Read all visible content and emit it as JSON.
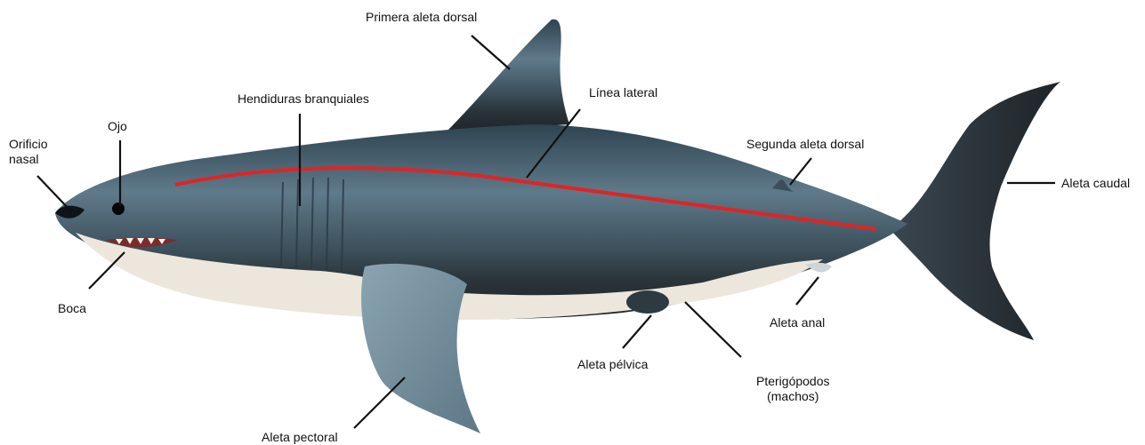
{
  "colors": {
    "lateral_line": "#e02424",
    "body_dark": "#3e5462",
    "body_mid": "#6e8898",
    "belly": "#ece6dc",
    "leader": "#111111"
  },
  "labels": {
    "nostril_line1": "Orificio",
    "nostril_line2": "nasal",
    "eye": "Ojo",
    "gill_slits": "Hendiduras branquiales",
    "first_dorsal": "Primera aleta dorsal",
    "lateral_line": "Línea lateral",
    "second_dorsal": "Segunda aleta dorsal",
    "caudal": "Aleta caudal",
    "mouth": "Boca",
    "pectoral": "Aleta pectoral",
    "pelvic": "Aleta pélvica",
    "claspers_line1": "Pterigópodos",
    "claspers_line2": "(machos)",
    "anal": "Aleta anal"
  }
}
